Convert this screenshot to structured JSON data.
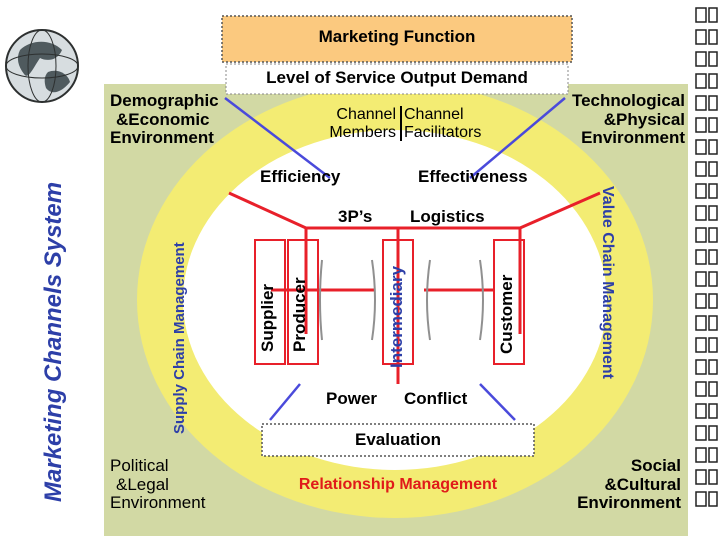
{
  "title": "Marketing Function",
  "system_label": "Marketing Channels System",
  "service_output": "Level of Service Output Demand",
  "environments": {
    "demographic": [
      "Demographic",
      "&Economic",
      "Environment"
    ],
    "technological": [
      "Technological",
      "&Physical",
      "Environment"
    ],
    "political": [
      "Political",
      "&Legal",
      "Environment"
    ],
    "social": [
      "Social",
      "&Cultural",
      "Environment"
    ]
  },
  "channel": {
    "members": [
      "Channel",
      "Members"
    ],
    "facilitators": [
      "Channel",
      "Facilitators"
    ]
  },
  "efficiency": "Efficiency",
  "effectiveness": "Effectiveness",
  "threeps": "3P’s",
  "logistics": "Logistics",
  "supply_chain": "Supply Chain Management",
  "value_chain": "Value Chain Management",
  "participants": {
    "supplier": "Supplier",
    "producer": "Producer",
    "intermediary": "Intermediary",
    "customer": "Customer"
  },
  "power": "Power",
  "conflict": "Conflict",
  "evaluation": "Evaluation",
  "relationship": "Relationship Management",
  "colors": {
    "outer_bg": "#d2d9a4",
    "ring": "#f3ec73",
    "inner": "#ffffff",
    "banner": "#fbc97f",
    "connector": "#e8202a",
    "accent_line": "#4a4adb",
    "system_text": "#2d3fa8",
    "relationship_text": "#e01a1a"
  }
}
